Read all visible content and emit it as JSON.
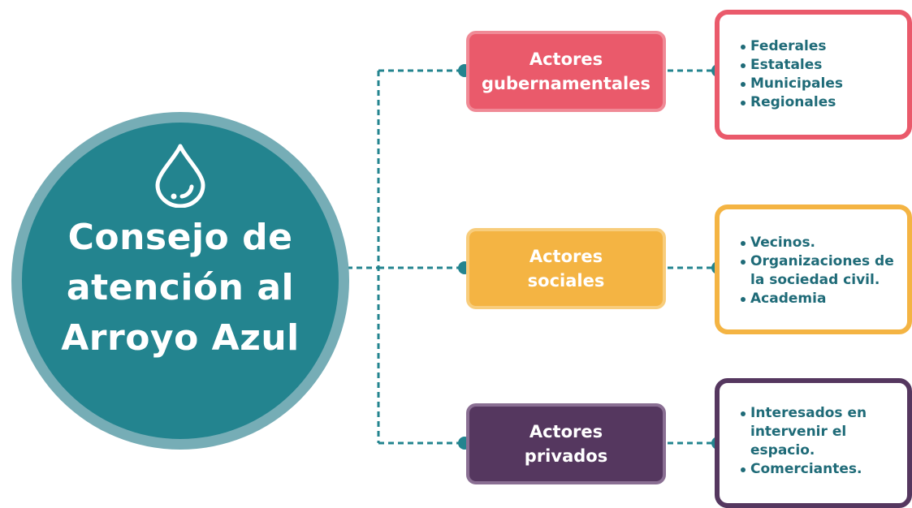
{
  "center": {
    "title_lines": [
      "Consejo de",
      "atención al",
      "Arroyo Azul"
    ],
    "icon": "water-drop-icon"
  },
  "branches": [
    {
      "label_lines": [
        "Actores",
        "gubernamentales"
      ],
      "color": "#ea5a6b",
      "items": [
        "Federales",
        "Estatales",
        "Municipales",
        "Regionales"
      ]
    },
    {
      "label_lines": [
        "Actores",
        "sociales"
      ],
      "color": "#f4b443",
      "items": [
        "Vecinos.",
        "Organizaciones de la sociedad civil.",
        "Academia"
      ]
    },
    {
      "label_lines": [
        "Actores",
        "privados"
      ],
      "color": "#55375f",
      "items": [
        "Interesados en intervenir el espacio.",
        "Comerciantes."
      ]
    }
  ],
  "colors": {
    "circle_inner": "#23848f",
    "circle_ring": "#76adb6",
    "connector": "#23848f",
    "text_list": "#1f6b78"
  }
}
